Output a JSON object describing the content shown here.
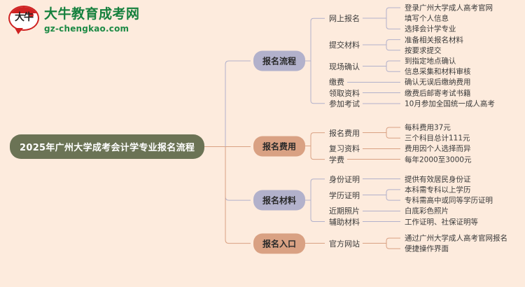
{
  "background_color": "#fdebdd",
  "logo": {
    "mark_text": "大牛",
    "name": "大牛教育成考网",
    "url": "gz-chengkao.com",
    "brand_color": "#15803d",
    "mark_color": "#cf2222"
  },
  "mindmap": {
    "root": {
      "label": "2025年广州大学成考会计学专业报名流程",
      "color": "#6b7355",
      "text_color": "#ffffff"
    },
    "branches": [
      {
        "label": "报名流程",
        "color": "#b2b1cb",
        "children": [
          {
            "label": "网上报名",
            "leaves": [
              "登录广州大学成人高考官网",
              "填写个人信息",
              "选择会计学专业"
            ]
          },
          {
            "label": "提交材料",
            "leaves": [
              "准备相关报名材料",
              "按要求提交"
            ]
          },
          {
            "label": "现场确认",
            "leaves": [
              "到指定地点确认",
              "信息采集和材料审核"
            ]
          },
          {
            "label": "缴费",
            "leaves": [
              "确认无误后缴纳费用"
            ]
          },
          {
            "label": "领取资料",
            "leaves": [
              "缴费后邮寄考试书籍"
            ]
          },
          {
            "label": "参加考试",
            "leaves": [
              "10月参加全国统一成人高考"
            ]
          }
        ]
      },
      {
        "label": "报名费用",
        "color": "#d9a183",
        "children": [
          {
            "label": "报名费用",
            "leaves": [
              "每科费用37元",
              "三个科目总计111元"
            ]
          },
          {
            "label": "复习资料",
            "leaves": [
              "费用因个人选择而异"
            ]
          },
          {
            "label": "学费",
            "leaves": [
              "每年2000至3000元"
            ]
          }
        ]
      },
      {
        "label": "报名材料",
        "color": "#b2b1cb",
        "children": [
          {
            "label": "身份证明",
            "leaves": [
              "提供有效居民身份证"
            ]
          },
          {
            "label": "学历证明",
            "leaves": [
              "本科需专科以上学历",
              "专科需高中或同等学历证明"
            ]
          },
          {
            "label": "近期照片",
            "leaves": [
              "白底彩色照片"
            ]
          },
          {
            "label": "辅助材料",
            "leaves": [
              "工作证明、社保证明等"
            ]
          }
        ]
      },
      {
        "label": "报名入口",
        "color": "#d9a183",
        "children": [
          {
            "label": "官方网站",
            "leaves": [
              "通过广州大学成人高考官网报名",
              "便捷操作界面"
            ]
          }
        ]
      }
    ]
  }
}
